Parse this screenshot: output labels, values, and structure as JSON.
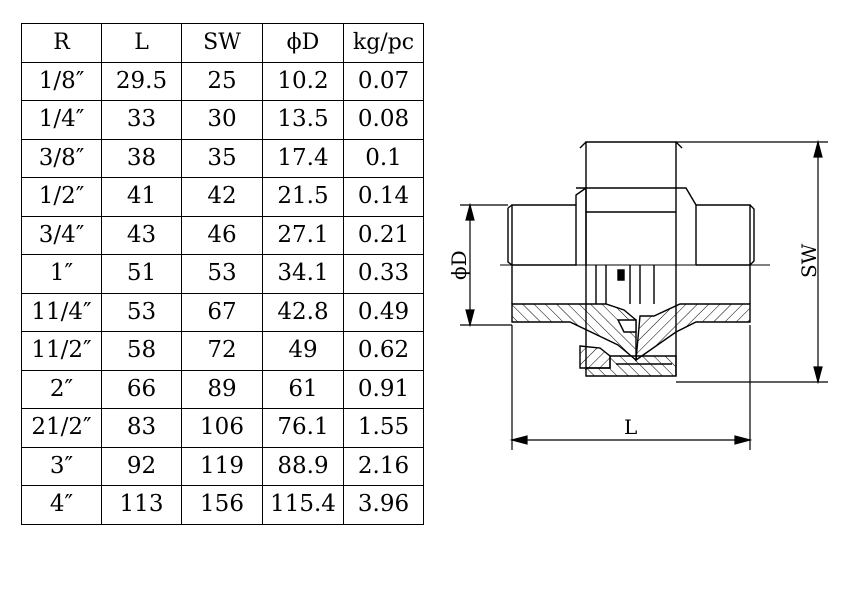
{
  "table": {
    "headers": [
      "R",
      "L",
      "SW",
      "ϕD",
      "kg/pc"
    ],
    "rows": [
      [
        "1/8″",
        "29.5",
        "25",
        "10.2",
        "0.07"
      ],
      [
        "1/4″",
        "33",
        "30",
        "13.5",
        "0.08"
      ],
      [
        "3/8″",
        "38",
        "35",
        "17.4",
        "0.1"
      ],
      [
        "1/2″",
        "41",
        "42",
        "21.5",
        "0.14"
      ],
      [
        "3/4″",
        "43",
        "46",
        "27.1",
        "0.21"
      ],
      [
        "1″",
        "51",
        "53",
        "34.1",
        "0.33"
      ],
      [
        "11/4″",
        "53",
        "67",
        "42.8",
        "0.49"
      ],
      [
        "11/2″",
        "58",
        "72",
        "49",
        "0.62"
      ],
      [
        "2″",
        "66",
        "89",
        "61",
        "0.91"
      ],
      [
        "21/2″",
        "83",
        "106",
        "76.1",
        "1.55"
      ],
      [
        "3″",
        "92",
        "119",
        "88.9",
        "2.16"
      ],
      [
        "4″",
        "113",
        "156",
        "115.4",
        "3.96"
      ]
    ]
  },
  "drawing": {
    "label_d": "ϕD",
    "label_sw": "SW",
    "label_l": "L"
  }
}
